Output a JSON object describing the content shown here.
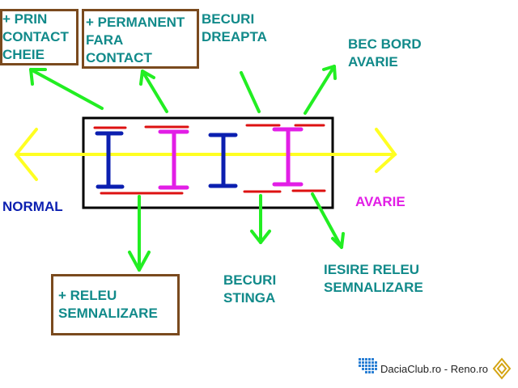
{
  "labels": {
    "prin_contact": [
      "+ PRIN",
      "CONTACT",
      "CHEIE"
    ],
    "permanent": [
      "+ PERMANENT",
      "FARA",
      "CONTACT"
    ],
    "becuri_dreapta": [
      "BECURI",
      "DREAPTA"
    ],
    "bec_bord": [
      "BEC BORD",
      "AVARIE"
    ],
    "normal": "NORMAL",
    "avarie": "AVARIE",
    "releu": [
      "+ RELEU",
      "SEMNALIZARE"
    ],
    "becuri_stinga": [
      "BECURI",
      "STINGA"
    ],
    "iesire_releu": [
      "IESIRE RELEU",
      "SEMNALIZARE"
    ]
  },
  "watermark": {
    "dacia": "DaciaClub.ro",
    "separator": "-",
    "reno": "Reno.ro"
  },
  "colors": {
    "text": "#118a8a",
    "normal": "#0b1fb0",
    "avarie": "#e21ee6",
    "box_border": "#7a4a1e",
    "arrows": "#22ee22",
    "switch_axis": "#ffff22",
    "contacts": "#dd1111",
    "blue_bars": "#0b1fb0",
    "magenta_bars": "#e21ee6"
  }
}
